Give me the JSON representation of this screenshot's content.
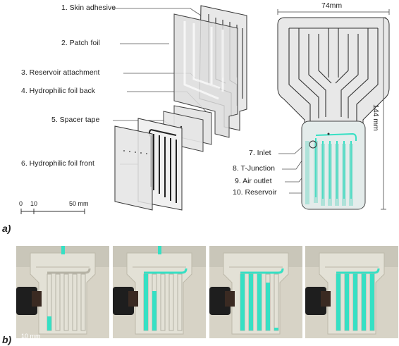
{
  "layers": [
    "1. Skin adhesive",
    "2. Patch foil",
    "3. Reservoir attachment",
    "4. Hydrophilic foil back",
    "5. Spacer tape",
    "6. Hydrophilic foil front"
  ],
  "features": [
    "7. Inlet",
    "8. T-Junction",
    "9. Air outlet",
    "10. Reservoir"
  ],
  "dims": {
    "width": "74mm",
    "height": "144 mm"
  },
  "scale_a": {
    "t0": "0",
    "t1": "10",
    "t2": "50 mm"
  },
  "scale_b": "10 mm",
  "panel_a": "a)",
  "panel_b": "b)",
  "colors": {
    "fluid": "#35e0c4",
    "foil": "#e6e6e6",
    "outline": "#333333"
  },
  "photo_fill_fractions": [
    0.05,
    0.3,
    0.65,
    1.0
  ]
}
